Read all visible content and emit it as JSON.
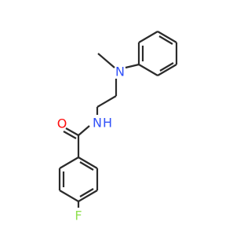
{
  "molecule": {
    "atoms": {
      "O": {
        "label": "O",
        "color": "#ff0d0d"
      },
      "N_amide": {
        "label": "N",
        "h_label": "H",
        "color": "#3050f8"
      },
      "N_amine": {
        "label": "N",
        "color": "#3050f8"
      },
      "F": {
        "label": "F",
        "color": "#90e050"
      }
    },
    "bond_color": "#2b2b2b"
  }
}
